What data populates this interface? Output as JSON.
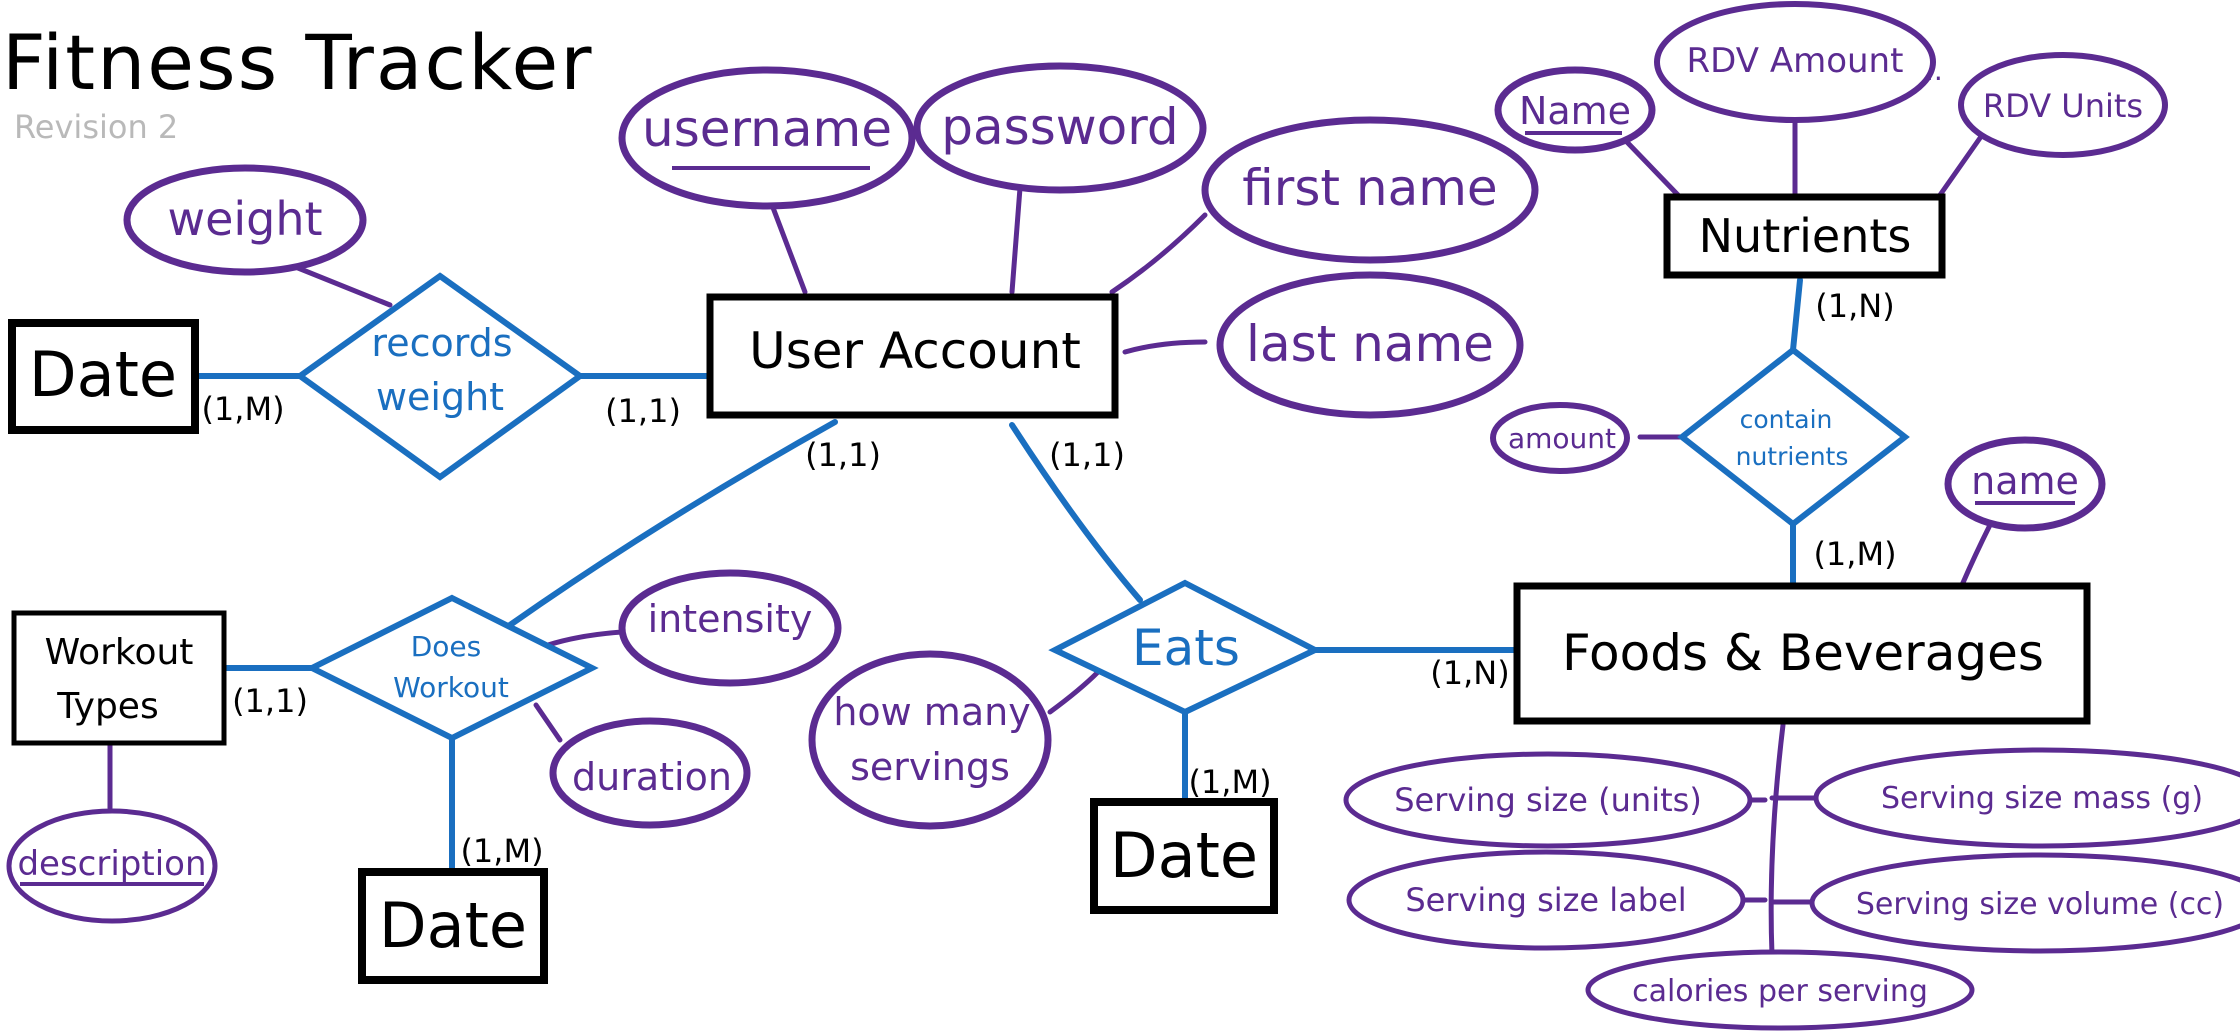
{
  "title": "Fitness Tracker",
  "subtitle": "Revision 2",
  "colors": {
    "entity": "#000000",
    "attribute": "#5b2b91",
    "relationship": "#1a6fc0"
  },
  "entities": {
    "user_account": "User Account",
    "date_weight": "Date",
    "workout_types": [
      "Workout",
      "Types"
    ],
    "date_workout": "Date",
    "date_eats": "Date",
    "foods": "Foods & Beverages",
    "nutrients": "Nutrients"
  },
  "relationships": {
    "records_weight": [
      "records",
      "weight"
    ],
    "does_workout": [
      "Does",
      "Workout"
    ],
    "eats": "Eats",
    "contain_nutrients": [
      "contain",
      "nutrients"
    ]
  },
  "attributes": {
    "username": "username",
    "password": "password",
    "first_name": "first name",
    "last_name": "last name",
    "weight": "weight",
    "intensity": "intensity",
    "duration": "duration",
    "description": "description",
    "how_many_servings": [
      "how many",
      "servings"
    ],
    "nutrient_name": "Name",
    "rdv_amount": "RDV Amount",
    "rdv_ellipsis": "....",
    "rdv_units": "RDV Units",
    "amount": "amount",
    "food_name": "name",
    "serving_size_units": "Serving size (units)",
    "serving_size_mass": "Serving size mass (g)",
    "serving_size_label": "Serving size label",
    "serving_size_volume": "Serving size volume (cc)",
    "calories_per_serving": "calories per serving"
  },
  "cardinalities": {
    "date_records": "(1,M)",
    "user_records": "(1,1)",
    "user_workout": "(1,1)",
    "user_eats": "(1,1)",
    "types_workout": "(1,1)",
    "date_workout": "(1,M)",
    "date_eats": "(1,M)",
    "foods_eats": "(1,N)",
    "nutrients_contain": "(1,N)",
    "foods_contain": "(1,M)"
  }
}
